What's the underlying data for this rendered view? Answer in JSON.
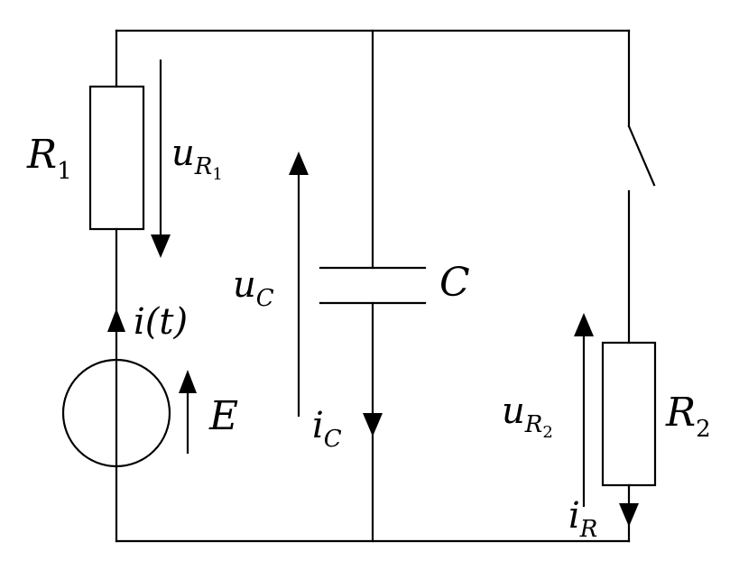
{
  "labels": {
    "r1": {
      "main": "R",
      "sub": "1"
    },
    "ur1": {
      "main": "u",
      "sub": "R",
      "subsub": "1"
    },
    "c": {
      "main": "C"
    },
    "uc": {
      "main": "u",
      "sub": "C"
    },
    "it": {
      "main": "i(t)"
    },
    "e": {
      "main": "E"
    },
    "ic": {
      "main": "i",
      "sub": "C"
    },
    "ur2": {
      "main": "u",
      "sub": "R",
      "subsub": "2"
    },
    "r2": {
      "main": "R",
      "sub": "2"
    },
    "ir": {
      "main": "i",
      "sub": "R"
    }
  }
}
